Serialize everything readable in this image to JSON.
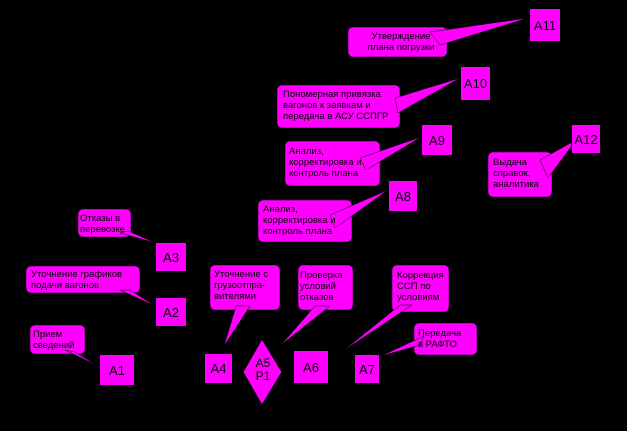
{
  "colors": {
    "background": "#000000",
    "node_fill": "#ff00ff",
    "text": "#000000"
  },
  "nodes": {
    "A1": "A1",
    "A2": "A2",
    "A3": "A3",
    "A4": "A4",
    "A5": "A5",
    "P1": "P1",
    "A6": "A6",
    "A7": "A7",
    "A8": "A8",
    "A9": "A9",
    "A10": "A10",
    "A11": "A11",
    "A12": "A12"
  },
  "callouts": {
    "A1": [
      "Прием",
      "сведений"
    ],
    "A2": [
      "Уточнение графиков",
      "подачи вагонов"
    ],
    "A3": [
      "Отказы в",
      "перевозке"
    ],
    "A4": [
      "Уточнение с",
      "грузоотпра-",
      "вителями"
    ],
    "A6": [
      "Проверка",
      "условий",
      "отказов"
    ],
    "A7": [
      "Коррекция",
      "ССП по",
      "условиям"
    ],
    "A7b": [
      "Передача",
      "в РАФТО"
    ],
    "A8": [
      "Анализ,",
      "корректировка и",
      "контроль плана"
    ],
    "A9": [
      "Анализ,",
      "корректировка и",
      "контроль плана"
    ],
    "A10": [
      "Пономерная привязка",
      "вагонов к заявкам и",
      "передача в АСУ ССПГР"
    ],
    "A11": [
      "Утверждение",
      "плана погрузки"
    ],
    "A12": [
      "Выдача",
      "справок,",
      "аналитика"
    ]
  }
}
